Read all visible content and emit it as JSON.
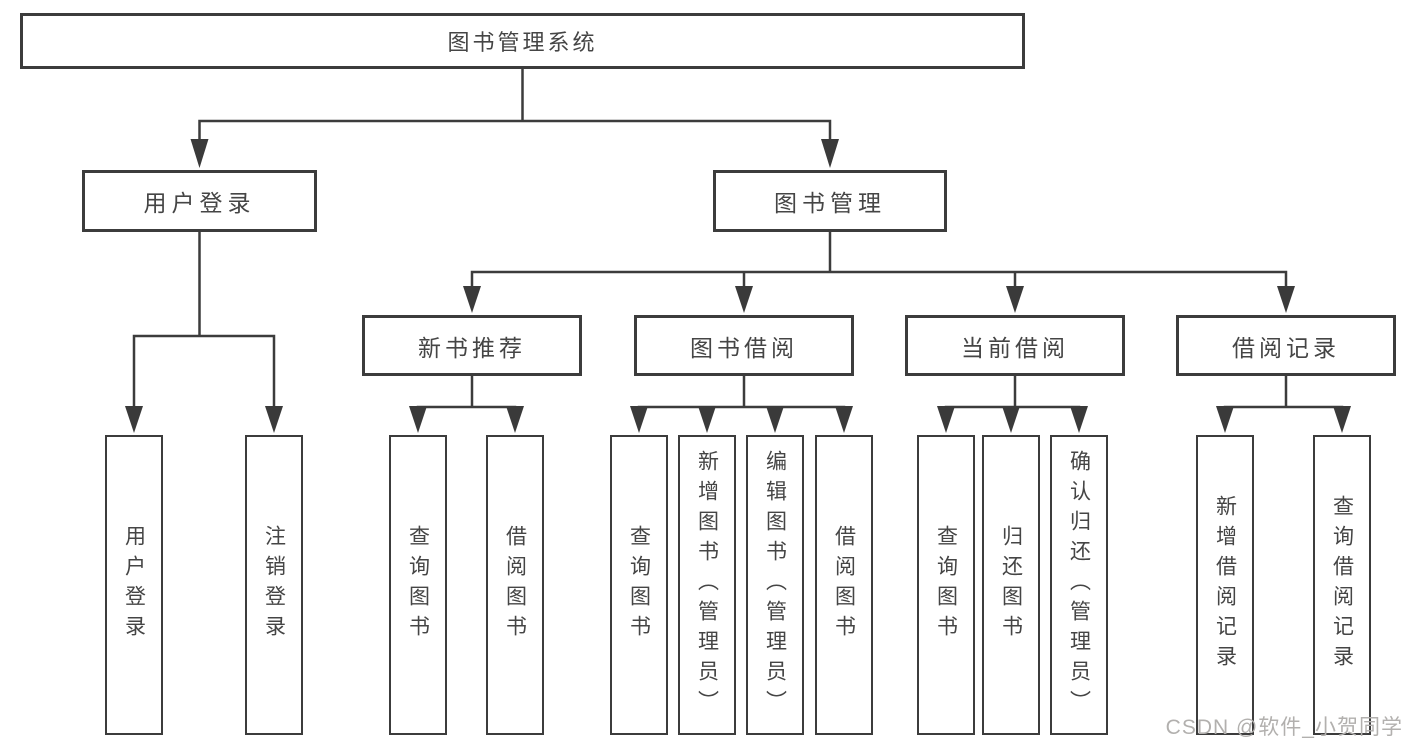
{
  "diagram_type": "hierarchy-tree",
  "root": {
    "label": "图书管理系统"
  },
  "branches": [
    {
      "label": "用户登录",
      "children": [
        {
          "label": "用户登录"
        },
        {
          "label": "注销登录"
        }
      ]
    },
    {
      "label": "图书管理",
      "children": [
        {
          "label": "新书推荐",
          "children": [
            {
              "label": "查询图书"
            },
            {
              "label": "借阅图书"
            }
          ]
        },
        {
          "label": "图书借阅",
          "children": [
            {
              "label": "查询图书"
            },
            {
              "label": "新增图书（管理员）"
            },
            {
              "label": "编辑图书（管理员）"
            },
            {
              "label": "借阅图书"
            }
          ]
        },
        {
          "label": "当前借阅",
          "children": [
            {
              "label": "查询图书"
            },
            {
              "label": "归还图书"
            },
            {
              "label": "确认归还（管理员）"
            }
          ]
        },
        {
          "label": "借阅记录",
          "children": [
            {
              "label": "新增借阅记录"
            },
            {
              "label": "查询借阅记录"
            }
          ]
        }
      ]
    }
  ],
  "watermark": "CSDN @软件_小贺同学",
  "colors": {
    "line": "#3c3c3c",
    "text": "#454545",
    "watermark": "#b2b0ae",
    "background": "#ffffff"
  }
}
